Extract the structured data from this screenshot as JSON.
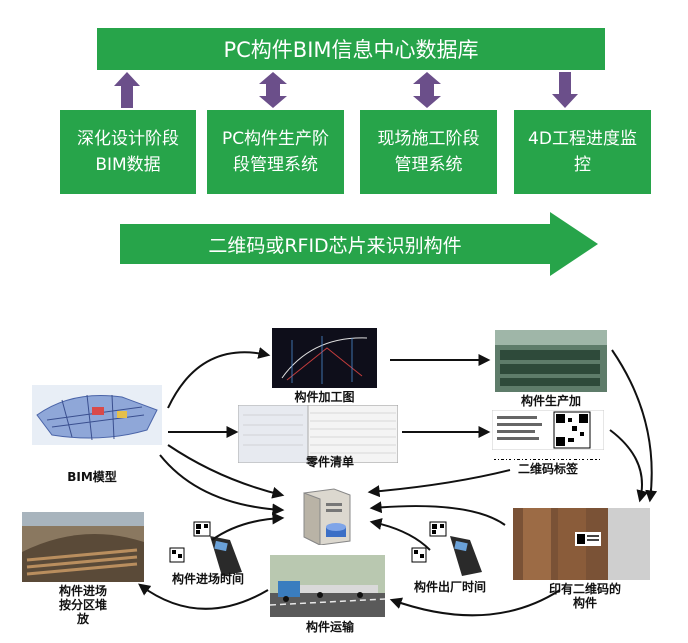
{
  "top": {
    "title": "PC构件BIM信息中心数据库",
    "stages": [
      {
        "label": "深化设计阶段\nBIM数据",
        "arrow": "up"
      },
      {
        "label": "PC构件生产阶\n段管理系统",
        "arrow": "both"
      },
      {
        "label": "现场施工阶段\n管理系统",
        "arrow": "both"
      },
      {
        "label": "4D工程进度监\n控",
        "arrow": "down"
      }
    ],
    "banner": "二维码或RFID芯片来识别构件"
  },
  "colors": {
    "green": "#27a44a",
    "arrow_purple": "#6b4f8a",
    "black": "#111111"
  },
  "flow": {
    "bim_model": "BIM模型",
    "drawing": "构件加工图",
    "part_list": "零件清单",
    "production": "构件生产加",
    "qr_label": "二维码标签",
    "printed_part": "印有二维码的\n构件",
    "factory_time": "构件出厂时间",
    "transport": "构件运输",
    "entry_time": "构件进场时间",
    "site_stack": "构件进场\n按分区堆\n放"
  },
  "icons": [
    "server-icon",
    "handheld-scanner-icon",
    "qr-code-icon"
  ]
}
